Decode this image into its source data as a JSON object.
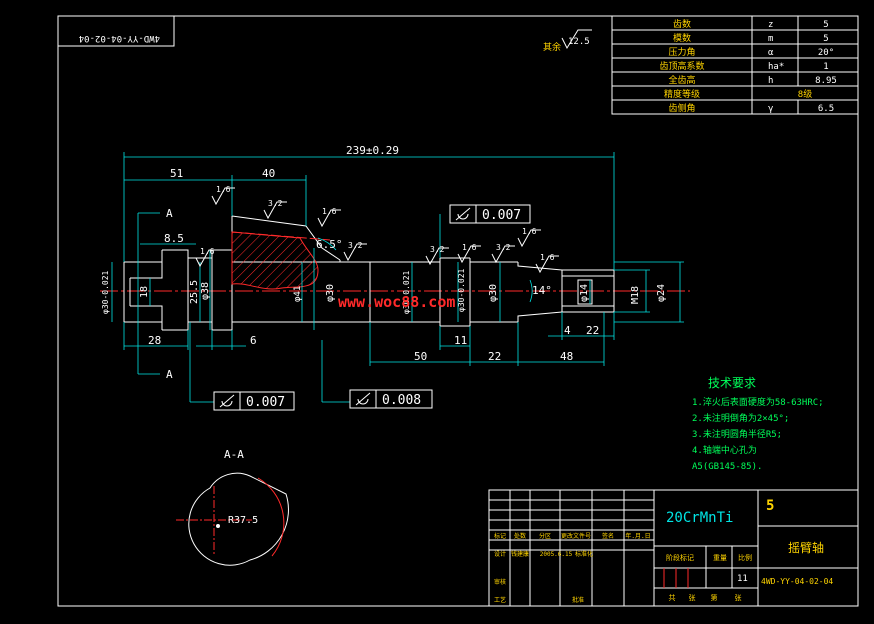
{
  "colors": {
    "background": "#000000",
    "border": "#ffffff",
    "drawing": "#ffffff",
    "dimension": "#00e5e5",
    "red": "#ff2a2a",
    "green": "#00ff5a",
    "yellow": "#e8e800",
    "watermark": "#ff2a2a",
    "table_text": "#ffd400"
  },
  "icons": {
    "roughness": "roughness-symbol-icon",
    "runout": "circular-runout-icon",
    "datum": "datum-arrow-icon"
  },
  "header_code_mirrored": "4WD-YY-04-02-04",
  "other_roughness": {
    "label": "其余",
    "value": "12.5"
  },
  "gear_params": [
    {
      "name": "齿数",
      "symbol": "z",
      "value": "5"
    },
    {
      "name": "模数",
      "symbol": "m",
      "value": "5"
    },
    {
      "name": "压力角",
      "symbol": "α",
      "value": "20°"
    },
    {
      "name": "齿顶高系数",
      "symbol": "ha*",
      "value": "1"
    },
    {
      "name": "全齿高",
      "symbol": "h",
      "value": "8.95"
    },
    {
      "name": "精度等级",
      "symbol": "",
      "value": "8级"
    },
    {
      "name": "齿侧角",
      "symbol": "γ",
      "value": "6.5"
    }
  ],
  "dims": {
    "overall": "239±0.29",
    "d51": "51",
    "d40": "40",
    "d8_5": "8.5",
    "d28": "28",
    "d6": "6",
    "d50": "50",
    "d11": "11",
    "d22a": "22",
    "d48": "48",
    "d4": "4",
    "d22b": "22",
    "angle65": "6.5°",
    "angle14": "14°",
    "phi30a": "φ30-0.021",
    "d18": "18",
    "d25_5": "25.5",
    "phi38": "φ38",
    "phi30b": "φ30",
    "phi41": "φ41",
    "phi30c": "φ30-0.021",
    "phi30d": "φ30",
    "phi30e": "φ30-0.021",
    "phi14": "φ14",
    "m18": "M18",
    "phi24": "φ24",
    "sec_a": "A",
    "roughness": [
      "1.6",
      "3.2",
      "1.6",
      "3.2",
      "1.6",
      "3.2",
      "1.6",
      "3.2",
      "1.6",
      "1.6"
    ]
  },
  "tolerances": {
    "t1": "0.007",
    "t2": "0.007",
    "t3": "0.008"
  },
  "section": {
    "label": "A-A",
    "radius": "R37.5"
  },
  "watermark": "www.woc88.com",
  "tech_req": {
    "title": "技术要求",
    "items": [
      "1.淬火后表面硬度为58-63HRC;",
      "2.未注明倒角为2×45°;",
      "3.未注明圆角半径R5;",
      "4.轴端中心孔为",
      "A5(GB145-85)."
    ]
  },
  "title_block": {
    "material": "20CrMnTi",
    "sheet": "5",
    "part_name": "摇臂轴",
    "drawing_no": "4WD-YY-04-02-04",
    "scale_value": "11",
    "rev_headers": [
      "标记",
      "处数",
      "分区",
      "更改文件号",
      "签名",
      "年.月.日"
    ],
    "rows": [
      [
        "设计",
        "钱建康",
        "2005.6.15",
        "标准化"
      ],
      [
        "审核"
      ],
      [
        "工艺",
        "",
        "批准"
      ]
    ],
    "stage_headers": [
      "阶段标记",
      "重量",
      "比例"
    ],
    "bottom_headers": [
      "共",
      "张",
      "第",
      "张"
    ]
  }
}
